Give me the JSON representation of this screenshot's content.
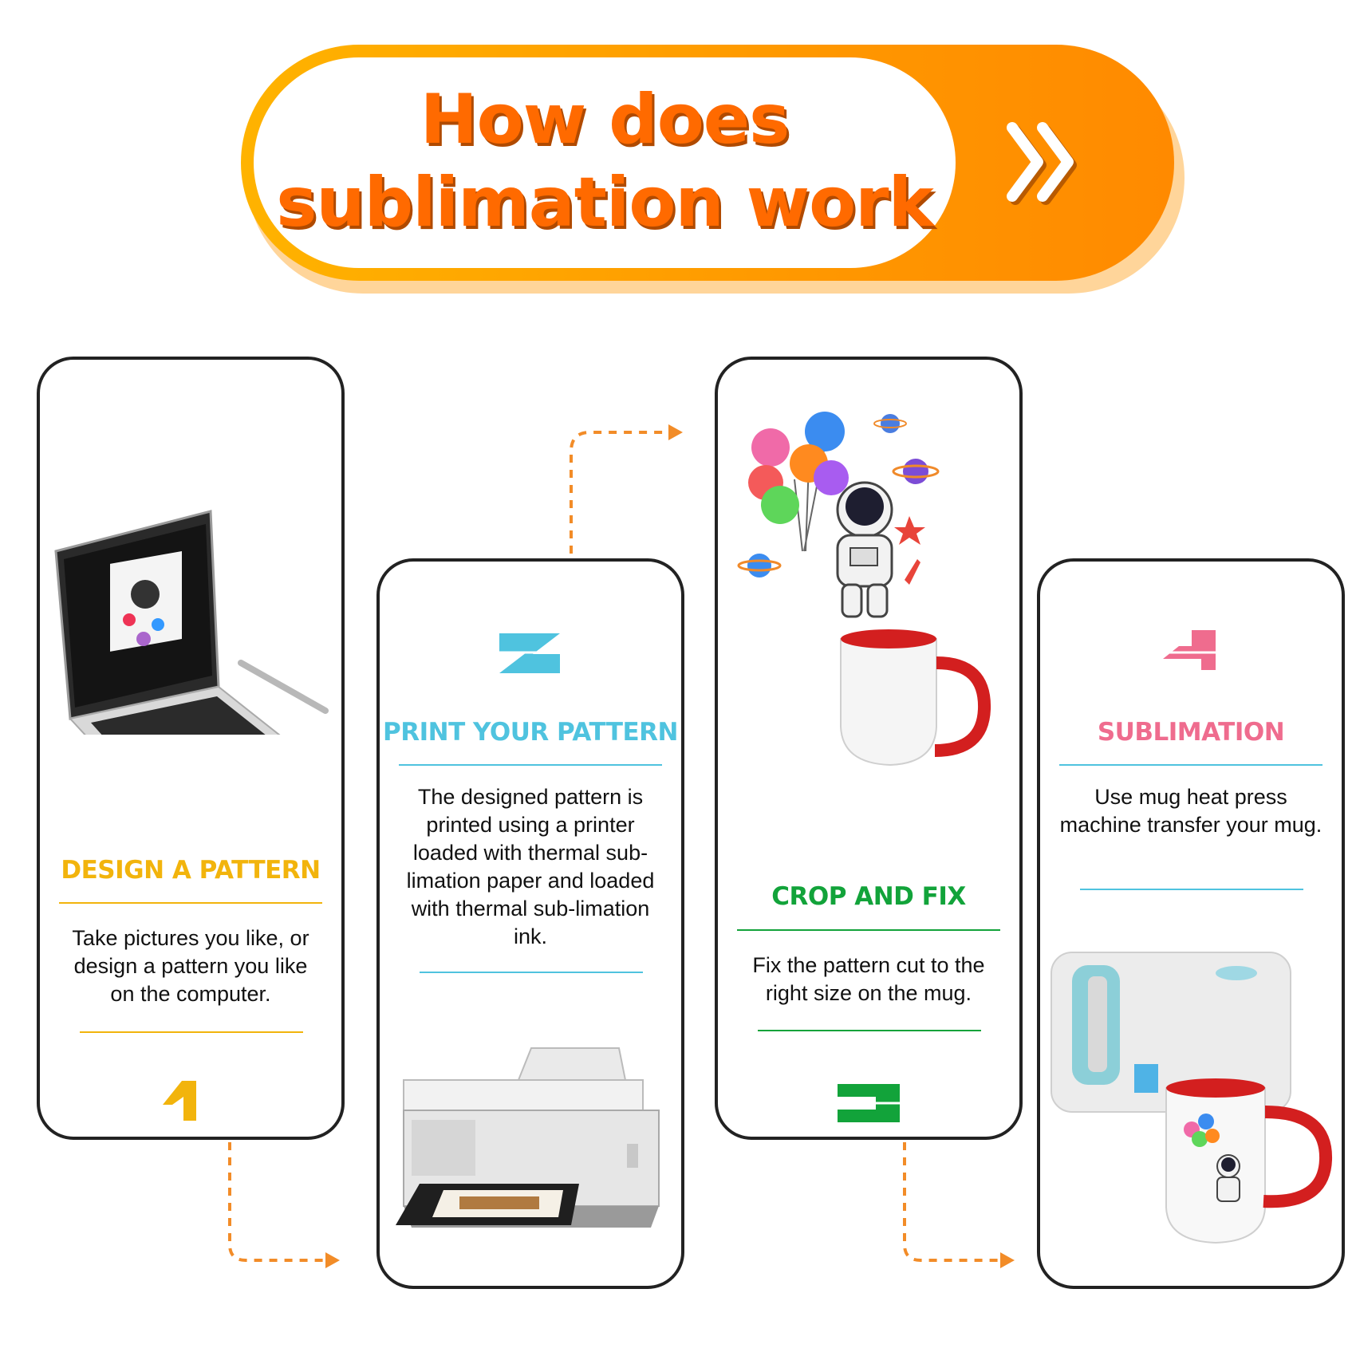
{
  "header": {
    "title_line1": "How does",
    "title_line2": "sublimation work"
  },
  "steps": [
    {
      "number": "1",
      "title": "DESIGN A PATTERN",
      "description": "Take pictures you like, or design a pattern you like on the computer.",
      "color": "#f2b40c",
      "illustration": "laptop-image"
    },
    {
      "number": "2",
      "title": "PRINT YOUR PATTERN",
      "description": "The designed pattern is printed using a printer loaded with thermal sub-limation paper and loaded with thermal sub-limation ink.",
      "color": "#4fc3df",
      "illustration": "printer-image"
    },
    {
      "number": "3",
      "title": "CROP AND FIX",
      "description": "Fix the pattern cut to the right size on the mug.",
      "color": "#12a33a",
      "illustration": "astronaut-and-mug-image"
    },
    {
      "number": "4",
      "title": "SUBLIMATION",
      "description": "Use mug heat press machine transfer your mug.",
      "color": "#ef6c8e",
      "illustration": "heat-press-machine-image"
    }
  ],
  "colors": {
    "banner_orange": "#ff9800",
    "title_orange": "#ff6a00",
    "arrow_orange": "#f28c28"
  }
}
